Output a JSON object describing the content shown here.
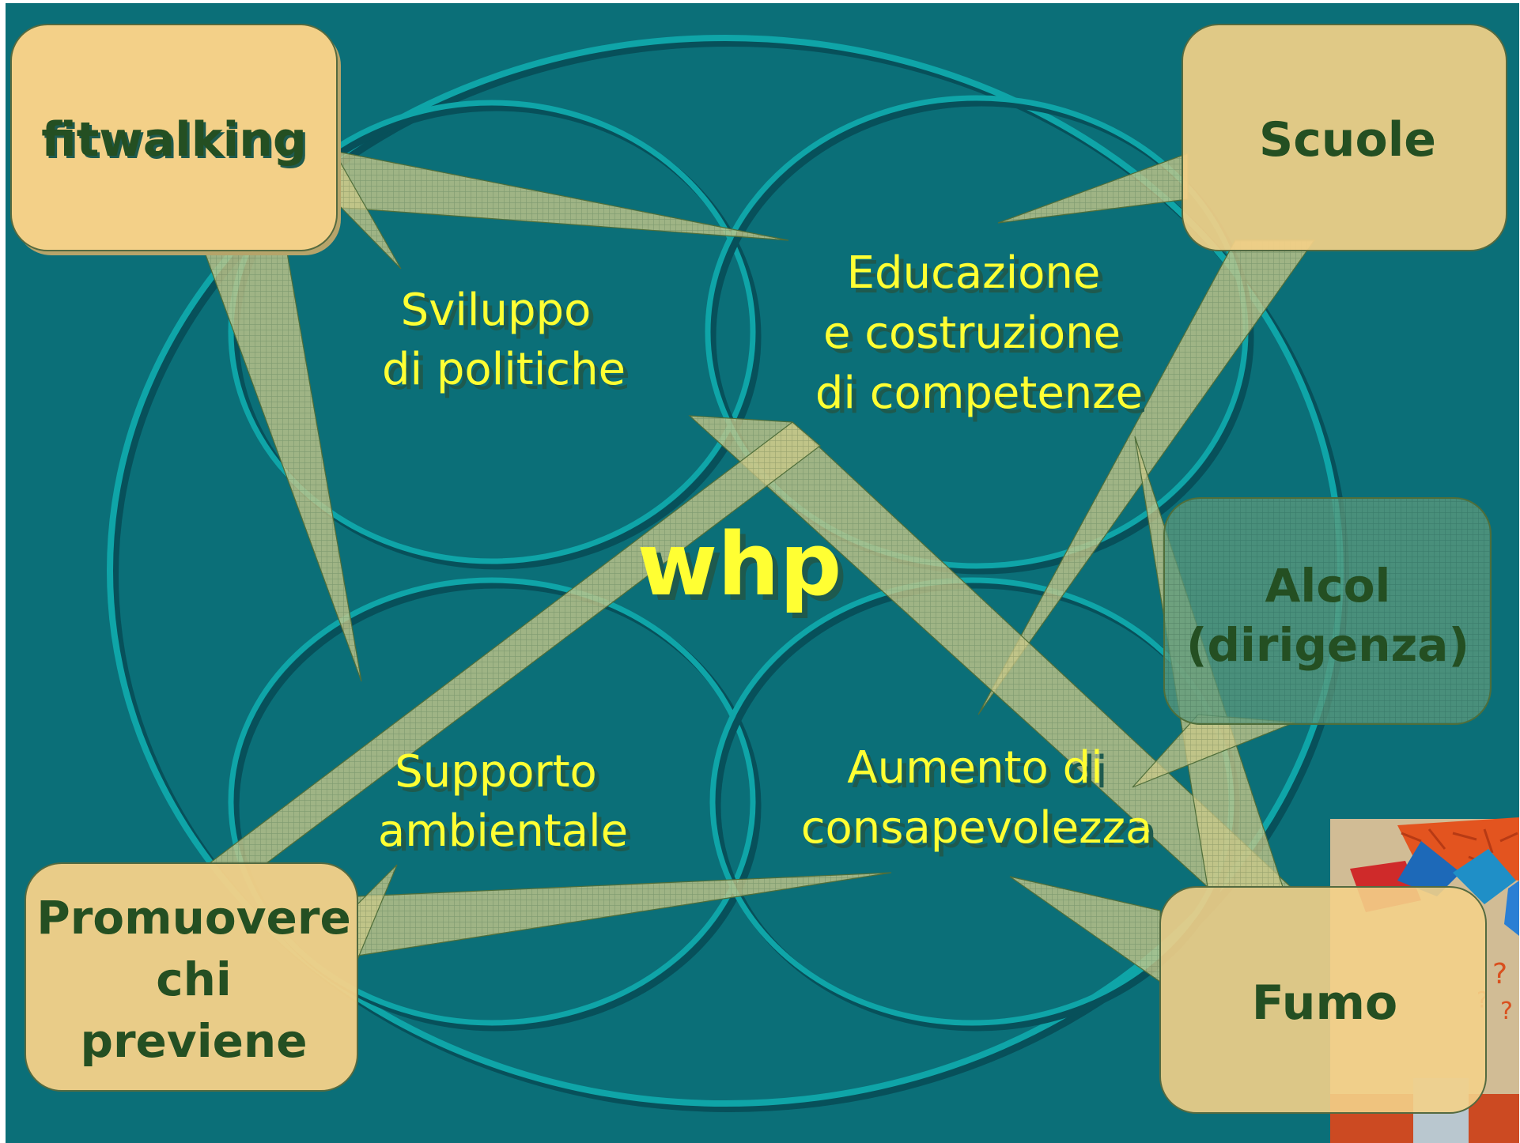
{
  "center_label": "whp",
  "circles": [
    {
      "id": "tl",
      "lines": [
        "Sviluppo",
        "di politiche"
      ]
    },
    {
      "id": "tr",
      "lines": [
        "Educazione",
        "e costruzione",
        "di competenze"
      ]
    },
    {
      "id": "bl",
      "lines": [
        "Supporto",
        "ambientale"
      ]
    },
    {
      "id": "br",
      "lines": [
        "Aumento di",
        "consapevolezza"
      ]
    }
  ],
  "callouts": [
    {
      "id": "fitwalking",
      "lines": [
        "fitwalking"
      ]
    },
    {
      "id": "scuole",
      "lines": [
        "Scuole"
      ]
    },
    {
      "id": "alcol",
      "lines": [
        "Alcol",
        "(dirigenza)"
      ]
    },
    {
      "id": "promuovere",
      "lines": [
        "Promuovere",
        "chi",
        "previene"
      ]
    },
    {
      "id": "fumo",
      "lines": [
        "Fumo"
      ]
    }
  ],
  "colors": {
    "background": "#0b6f78",
    "ring": "#0fa5a8",
    "ring_shadow": "#07505a",
    "callout_fill": "#f3d088",
    "callout_text": "#244f22",
    "label_text": "#ffff33"
  },
  "decorative_image": "arrows-clip-art"
}
